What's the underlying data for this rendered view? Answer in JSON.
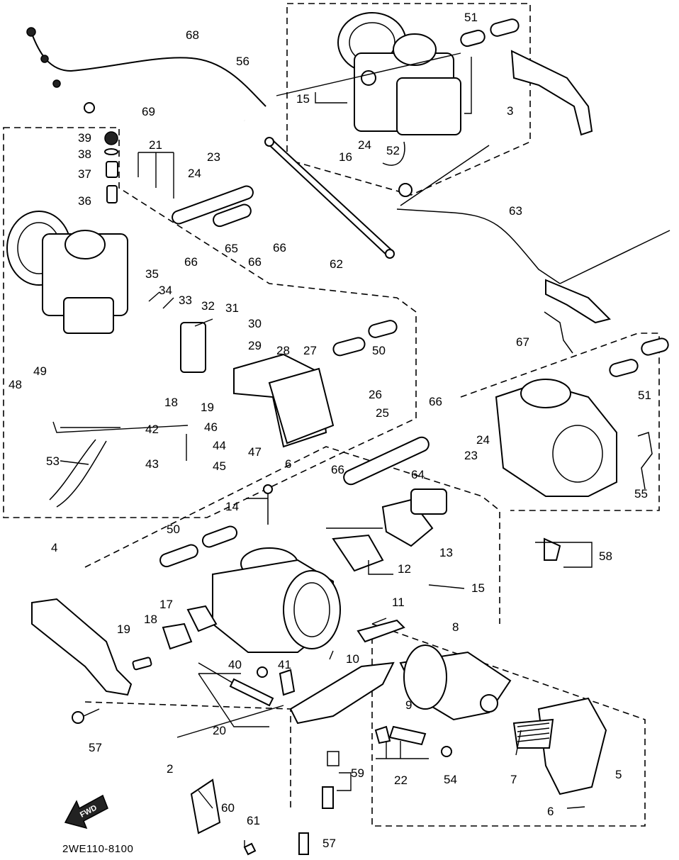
{
  "diagram_code": "2WE110-8100",
  "direction_arrow_label": "FWD",
  "callouts": {
    "c2": "2",
    "c3": "3",
    "c4": "4",
    "c5": "5",
    "c6a": "6",
    "c6b": "6",
    "c7": "7",
    "c8": "8",
    "c9": "9",
    "c10": "10",
    "c11": "11",
    "c12": "12",
    "c13": "13",
    "c14": "14",
    "c15a": "15",
    "c15b": "15",
    "c16": "16",
    "c17": "17",
    "c18a": "18",
    "c18b": "18",
    "c19a": "19",
    "c19b": "19",
    "c20": "20",
    "c21": "21",
    "c22": "22",
    "c23a": "23",
    "c23b": "23",
    "c24a": "24",
    "c24b": "24",
    "c24c": "24",
    "c25": "25",
    "c26": "26",
    "c27": "27",
    "c28": "28",
    "c29": "29",
    "c30": "30",
    "c31": "31",
    "c32": "32",
    "c33": "33",
    "c34": "34",
    "c35": "35",
    "c36": "36",
    "c37": "37",
    "c38": "38",
    "c39": "39",
    "c40": "40",
    "c41": "41",
    "c42": "42",
    "c43": "43",
    "c44": "44",
    "c45": "45",
    "c46": "46",
    "c47": "47",
    "c48": "48",
    "c49": "49",
    "c50a": "50",
    "c50b": "50",
    "c51a": "51",
    "c51b": "51",
    "c52": "52",
    "c53": "53",
    "c54": "54",
    "c55": "55",
    "c56": "56",
    "c57a": "57",
    "c57b": "57",
    "c58": "58",
    "c59": "59",
    "c60": "60",
    "c61": "61",
    "c62": "62",
    "c63": "63",
    "c64": "64",
    "c65": "65",
    "c66a": "66",
    "c66b": "66",
    "c66c": "66",
    "c66d": "66",
    "c66e": "66",
    "c67": "67",
    "c68": "68",
    "c69": "69"
  }
}
